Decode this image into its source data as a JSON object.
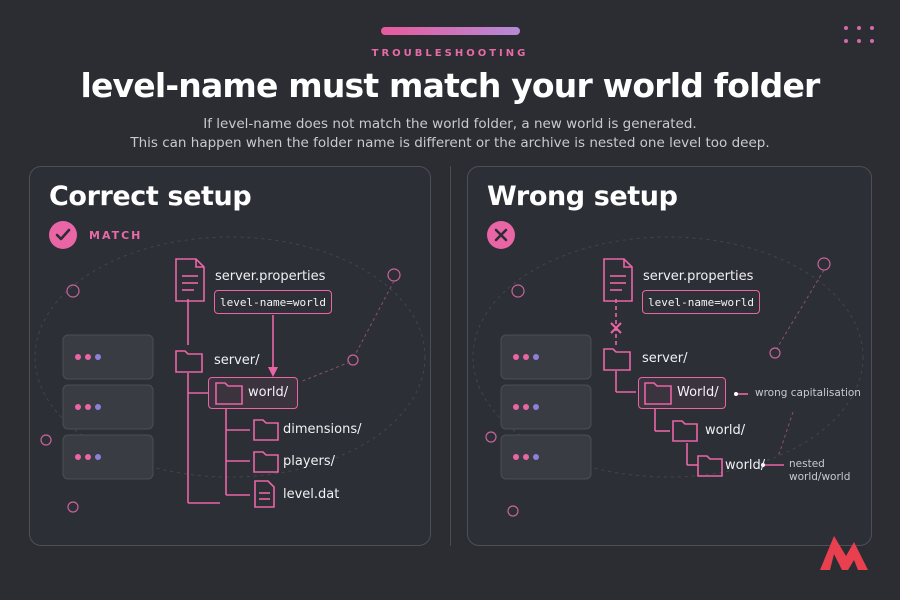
{
  "header": {
    "kicker": "TROUBLESHOOTING",
    "title": "level-name must match your world folder",
    "subtitle_line1": "If level-name does not match the world folder, a new world is generated.",
    "subtitle_line2": "This can happen when the folder name is different or the archive is nested one level too deep."
  },
  "correct": {
    "title": "Correct setup",
    "badge": "MATCH",
    "file": "server.properties",
    "code": "level-name=world",
    "server": "server/",
    "world": "world/",
    "children": [
      "dimensions/",
      "players/",
      "level.dat"
    ]
  },
  "wrong": {
    "title": "Wrong setup",
    "file": "server.properties",
    "code": "level-name=world",
    "server": "server/",
    "world_caps": "World/",
    "note_caps": "wrong capitalisation",
    "world_nested1": "world/",
    "world_nested2": "world/",
    "note_nested_line1": "nested",
    "note_nested_line2": "world/world"
  },
  "colors": {
    "accent": "#e965a6",
    "background": "#2b2d33",
    "panel_border": "#4d4f58"
  }
}
